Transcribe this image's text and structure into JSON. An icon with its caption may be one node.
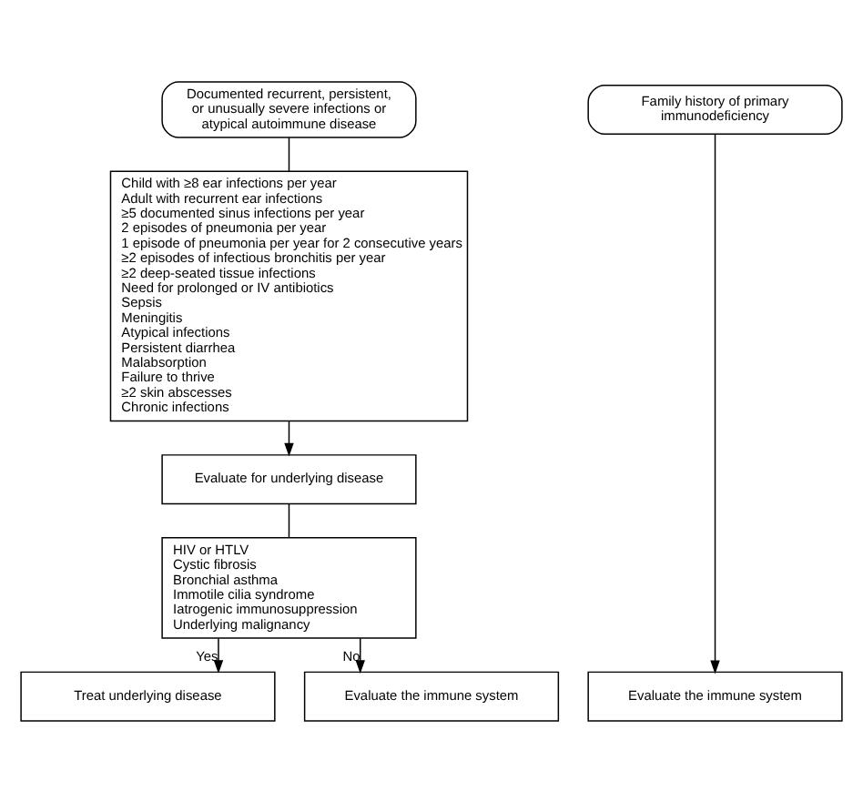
{
  "diagram": {
    "nodes": [
      {
        "text": [
          "Documented recurrent, persistent, or unusually severe infections or atypical autoimmune disease"
        ]
      },
      {
        "text": [
          "Child with ≥8 ear infections per year",
          "Adult with recurrent ear infections",
          "≥5 documented sinus infections per year",
          "2 episodes of pneumonia per year",
          "1 episode of pneumonia per year for 2 consecutive years",
          "≥2 episodes of infectious bronchitis per year",
          "≥2 deep-seated tissue infections",
          "Need for prolonged or IV antibiotics",
          "Sepsis",
          "Meningitis",
          "Atypical infections",
          "Persistent diarrhea",
          "Malabsorption",
          "Failure to thrive",
          "≥2 skin abscesses",
          "Chronic infections"
        ]
      },
      {
        "text": [
          "Evaluate for underlying disease"
        ]
      },
      {
        "text": [
          "HIV or HTLV",
          "Cystic fibrosis",
          "Bronchial asthma",
          "Immotile cilia syndrome",
          "Iatrogenic immunosuppression",
          "Underlying malignancy"
        ]
      },
      {
        "text": [
          "Treat underlying disease"
        ]
      },
      {
        "text": [
          "Evaluate the immune system"
        ]
      },
      {
        "text": [
          "Family history of primary immunodeficiency"
        ]
      },
      {
        "text": [
          "Evaluate the immune system"
        ]
      }
    ],
    "edges": [
      {
        "from": 0,
        "to": 1,
        "arrow": "none"
      },
      {
        "from": 1,
        "to": 2,
        "arrow": "to"
      },
      {
        "from": 2,
        "to": 3,
        "arrow": "none"
      },
      {
        "from": 3,
        "to": 4,
        "arrow": "to",
        "label": "Yes"
      },
      {
        "from": 3,
        "to": 5,
        "arrow": "to",
        "label": "No"
      },
      {
        "from": 6,
        "to": 7,
        "arrow": "to"
      }
    ]
  }
}
